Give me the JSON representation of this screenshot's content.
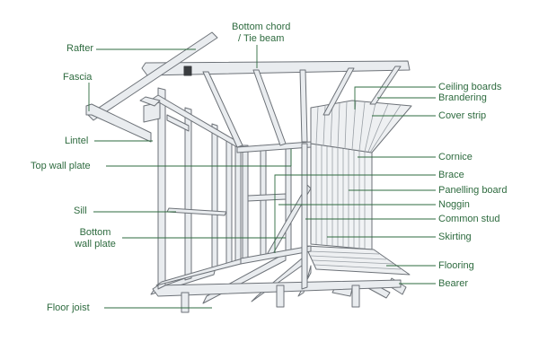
{
  "diagram": {
    "accent_color": "#2e6b3f",
    "timber_fill": "#e9ecef",
    "timber_stroke": "#6d7278",
    "labels": {
      "bottom_chord": "Bottom chord",
      "tie_beam": "/ Tie beam",
      "rafter": "Rafter",
      "fascia": "Fascia",
      "lintel": "Lintel",
      "top_wall_plate": "Top wall plate",
      "sill": "Sill",
      "bottom_wall_plate_1": "Bottom",
      "bottom_wall_plate_2": "wall plate",
      "floor_joist": "Floor joist",
      "ceiling_boards": "Ceiling boards",
      "brandering": "Brandering",
      "cover_strip": "Cover strip",
      "cornice": "Cornice",
      "brace": "Brace",
      "panelling_board": "Panelling board",
      "noggin": "Noggin",
      "common_stud": "Common stud",
      "skirting": "Skirting",
      "flooring": "Flooring",
      "bearer": "Bearer"
    }
  }
}
